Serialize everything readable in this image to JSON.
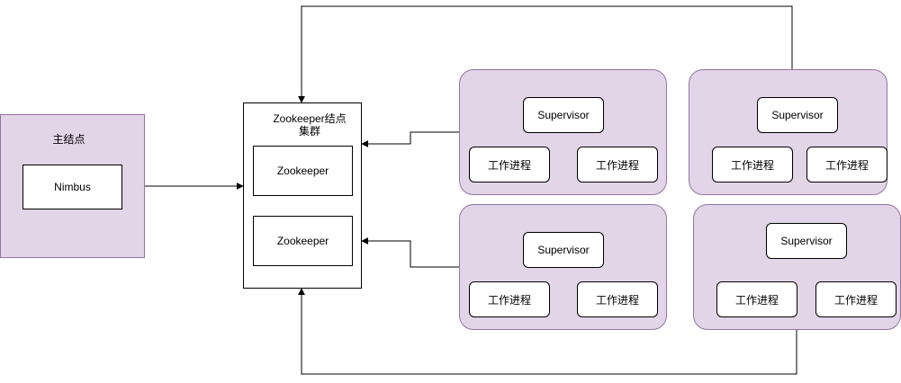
{
  "master": {
    "title": "主结点",
    "nimbus": "Nimbus"
  },
  "zk_cluster": {
    "title_line1": "Zookeeper结点",
    "title_line2": "集群",
    "nodes": [
      "Zookeeper",
      "Zookeeper"
    ]
  },
  "supervisor_groups": [
    {
      "supervisor": "Supervisor",
      "workers": [
        "工作进程",
        "工作进程"
      ]
    },
    {
      "supervisor": "Supervisor",
      "workers": [
        "工作进程",
        "工作进程"
      ]
    },
    {
      "supervisor": "Supervisor",
      "workers": [
        "工作进程",
        "工作进程"
      ]
    },
    {
      "supervisor": "Supervisor",
      "workers": [
        "工作进程",
        "工作进程"
      ]
    }
  ],
  "colors": {
    "group_fill": "#e1d5e7",
    "group_stroke": "#9673a6",
    "line": "#000000"
  }
}
